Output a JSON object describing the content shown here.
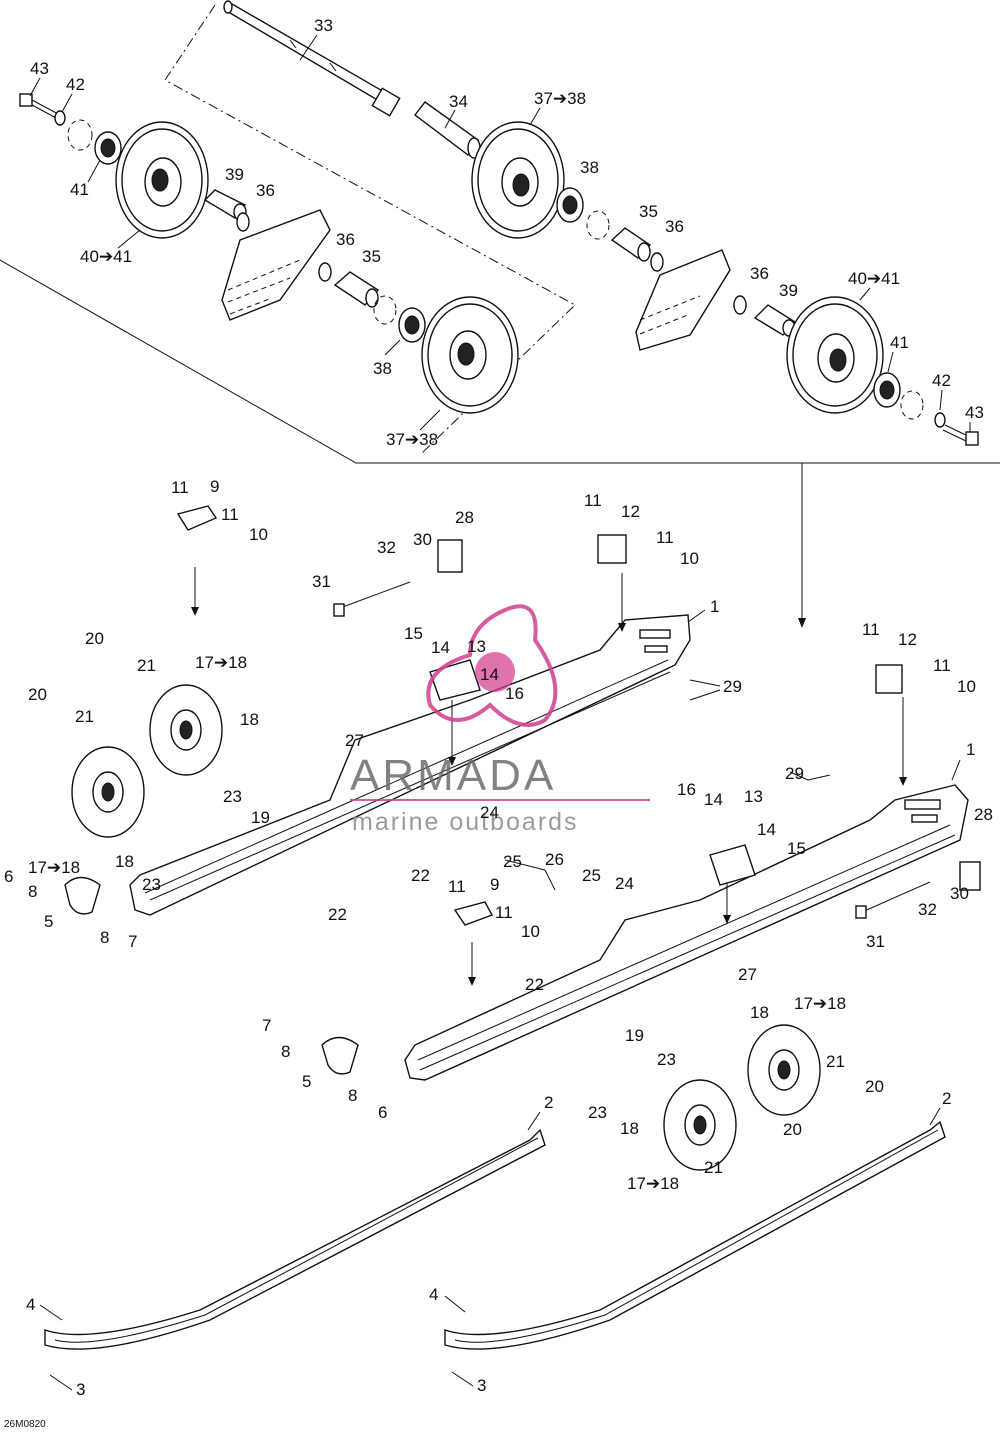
{
  "diagram": {
    "reference_code": "26M0820",
    "watermark": {
      "brand": "ARMADA",
      "subtitle": "marine outboards",
      "accent_color": "#d23d8e",
      "text_color": "#6d6d6d"
    },
    "callouts": {
      "c33": "33",
      "c34": "34",
      "c43a": "43",
      "c42a": "42",
      "c41a": "41",
      "c39a": "39",
      "c36a": "36",
      "c40a": "40➔41",
      "c3738a": "37➔38",
      "c38a": "38",
      "c35a": "35",
      "c36b": "36",
      "c36c": "36",
      "c35b": "35",
      "c38b": "38",
      "c3738b": "37➔38",
      "c36d": "36",
      "c39b": "39",
      "c40b": "40➔41",
      "c41b": "41",
      "c42b": "42",
      "c43b": "43",
      "c11a": "11",
      "c9a": "9",
      "c11b": "11",
      "c10a": "10",
      "c28a": "28",
      "c30a": "30",
      "c32a": "32",
      "c31a": "31",
      "c11c": "11",
      "c12a": "12",
      "c11d": "11",
      "c10b": "10",
      "c1a": "1",
      "c15a": "15",
      "c14a": "14",
      "c13a": "13",
      "c14b": "14",
      "c16a": "16",
      "c29a": "29",
      "c20a": "20",
      "c21a": "21",
      "c1718a": "17➔18",
      "c20b": "20",
      "c21b": "21",
      "c18a": "18",
      "c27a": "27",
      "c23a": "23",
      "c19a": "19",
      "c1718b": "17➔18",
      "c18b": "18",
      "c23b": "23",
      "c24a": "24",
      "c25a": "25",
      "c26a": "26",
      "c22a": "22",
      "c22b": "22",
      "c6a": "6",
      "c8a": "8",
      "c5a": "5",
      "c8b": "8",
      "c7a": "7",
      "c11e": "11",
      "c12b": "12",
      "c11f": "11",
      "c10c": "10",
      "c1b": "1",
      "c29b": "29",
      "c16b": "16",
      "c14c": "14",
      "c13b": "13",
      "c14d": "14",
      "c15b": "15",
      "c28b": "28",
      "c30b": "30",
      "c32b": "32",
      "c31b": "31",
      "c11g": "11",
      "c9b": "9",
      "c11h": "11",
      "c10d": "10",
      "c25b": "25",
      "c24b": "24",
      "c22c": "22",
      "c27b": "27",
      "c18c": "18",
      "c1718c": "17➔18",
      "c19b": "19",
      "c23c": "23",
      "c21c": "21",
      "c20c": "20",
      "c23d": "23",
      "c18d": "18",
      "c20d": "20",
      "c21d": "21",
      "c1718d": "17➔18",
      "c7b": "7",
      "c8c": "8",
      "c5b": "5",
      "c8d": "8",
      "c6b": "6",
      "c2a": "2",
      "c2b": "2",
      "c4a": "4",
      "c3a": "3",
      "c4b": "4",
      "c3b": "3"
    }
  }
}
